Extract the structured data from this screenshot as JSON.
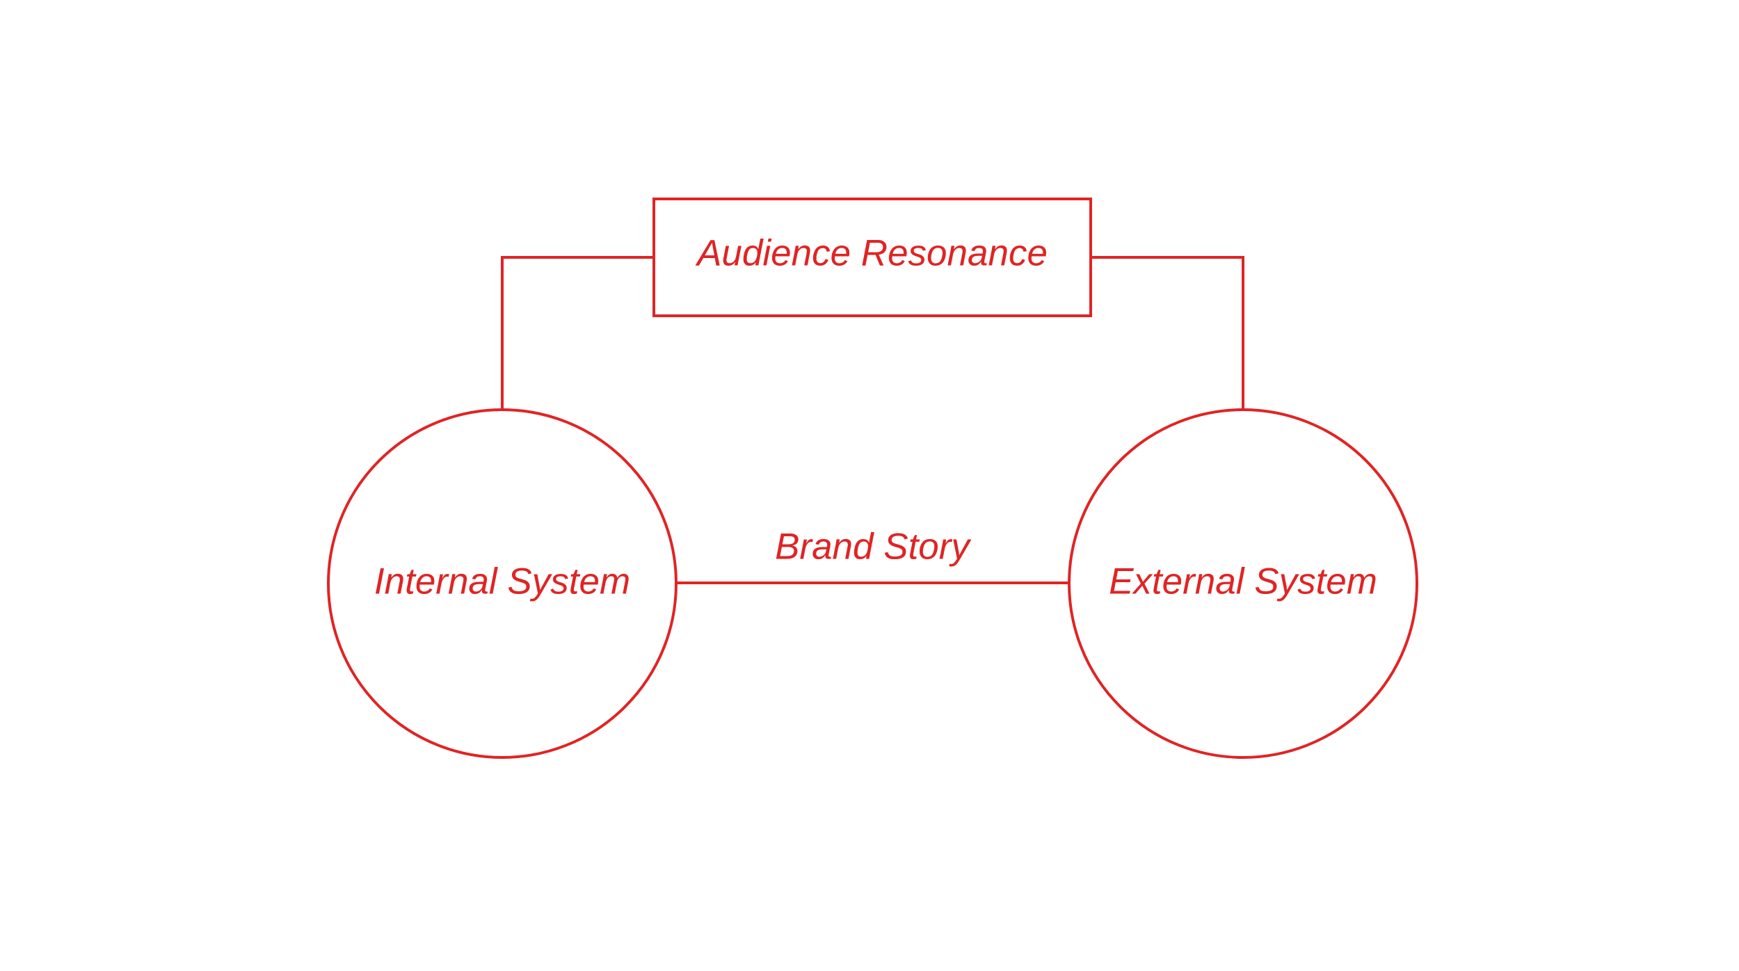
{
  "diagram": {
    "accent_color": "#e02424",
    "nodes": {
      "audience": {
        "label": "Audience Resonance",
        "shape": "rectangle"
      },
      "internal": {
        "label": "Internal System",
        "shape": "circle"
      },
      "external": {
        "label": "External System",
        "shape": "circle"
      }
    },
    "edges": {
      "brand_story": {
        "label": "Brand Story",
        "from": "Internal System",
        "to": "External System"
      },
      "audience_internal": {
        "from": "Audience Resonance",
        "to": "Internal System"
      },
      "audience_external": {
        "from": "Audience Resonance",
        "to": "External System"
      }
    }
  }
}
